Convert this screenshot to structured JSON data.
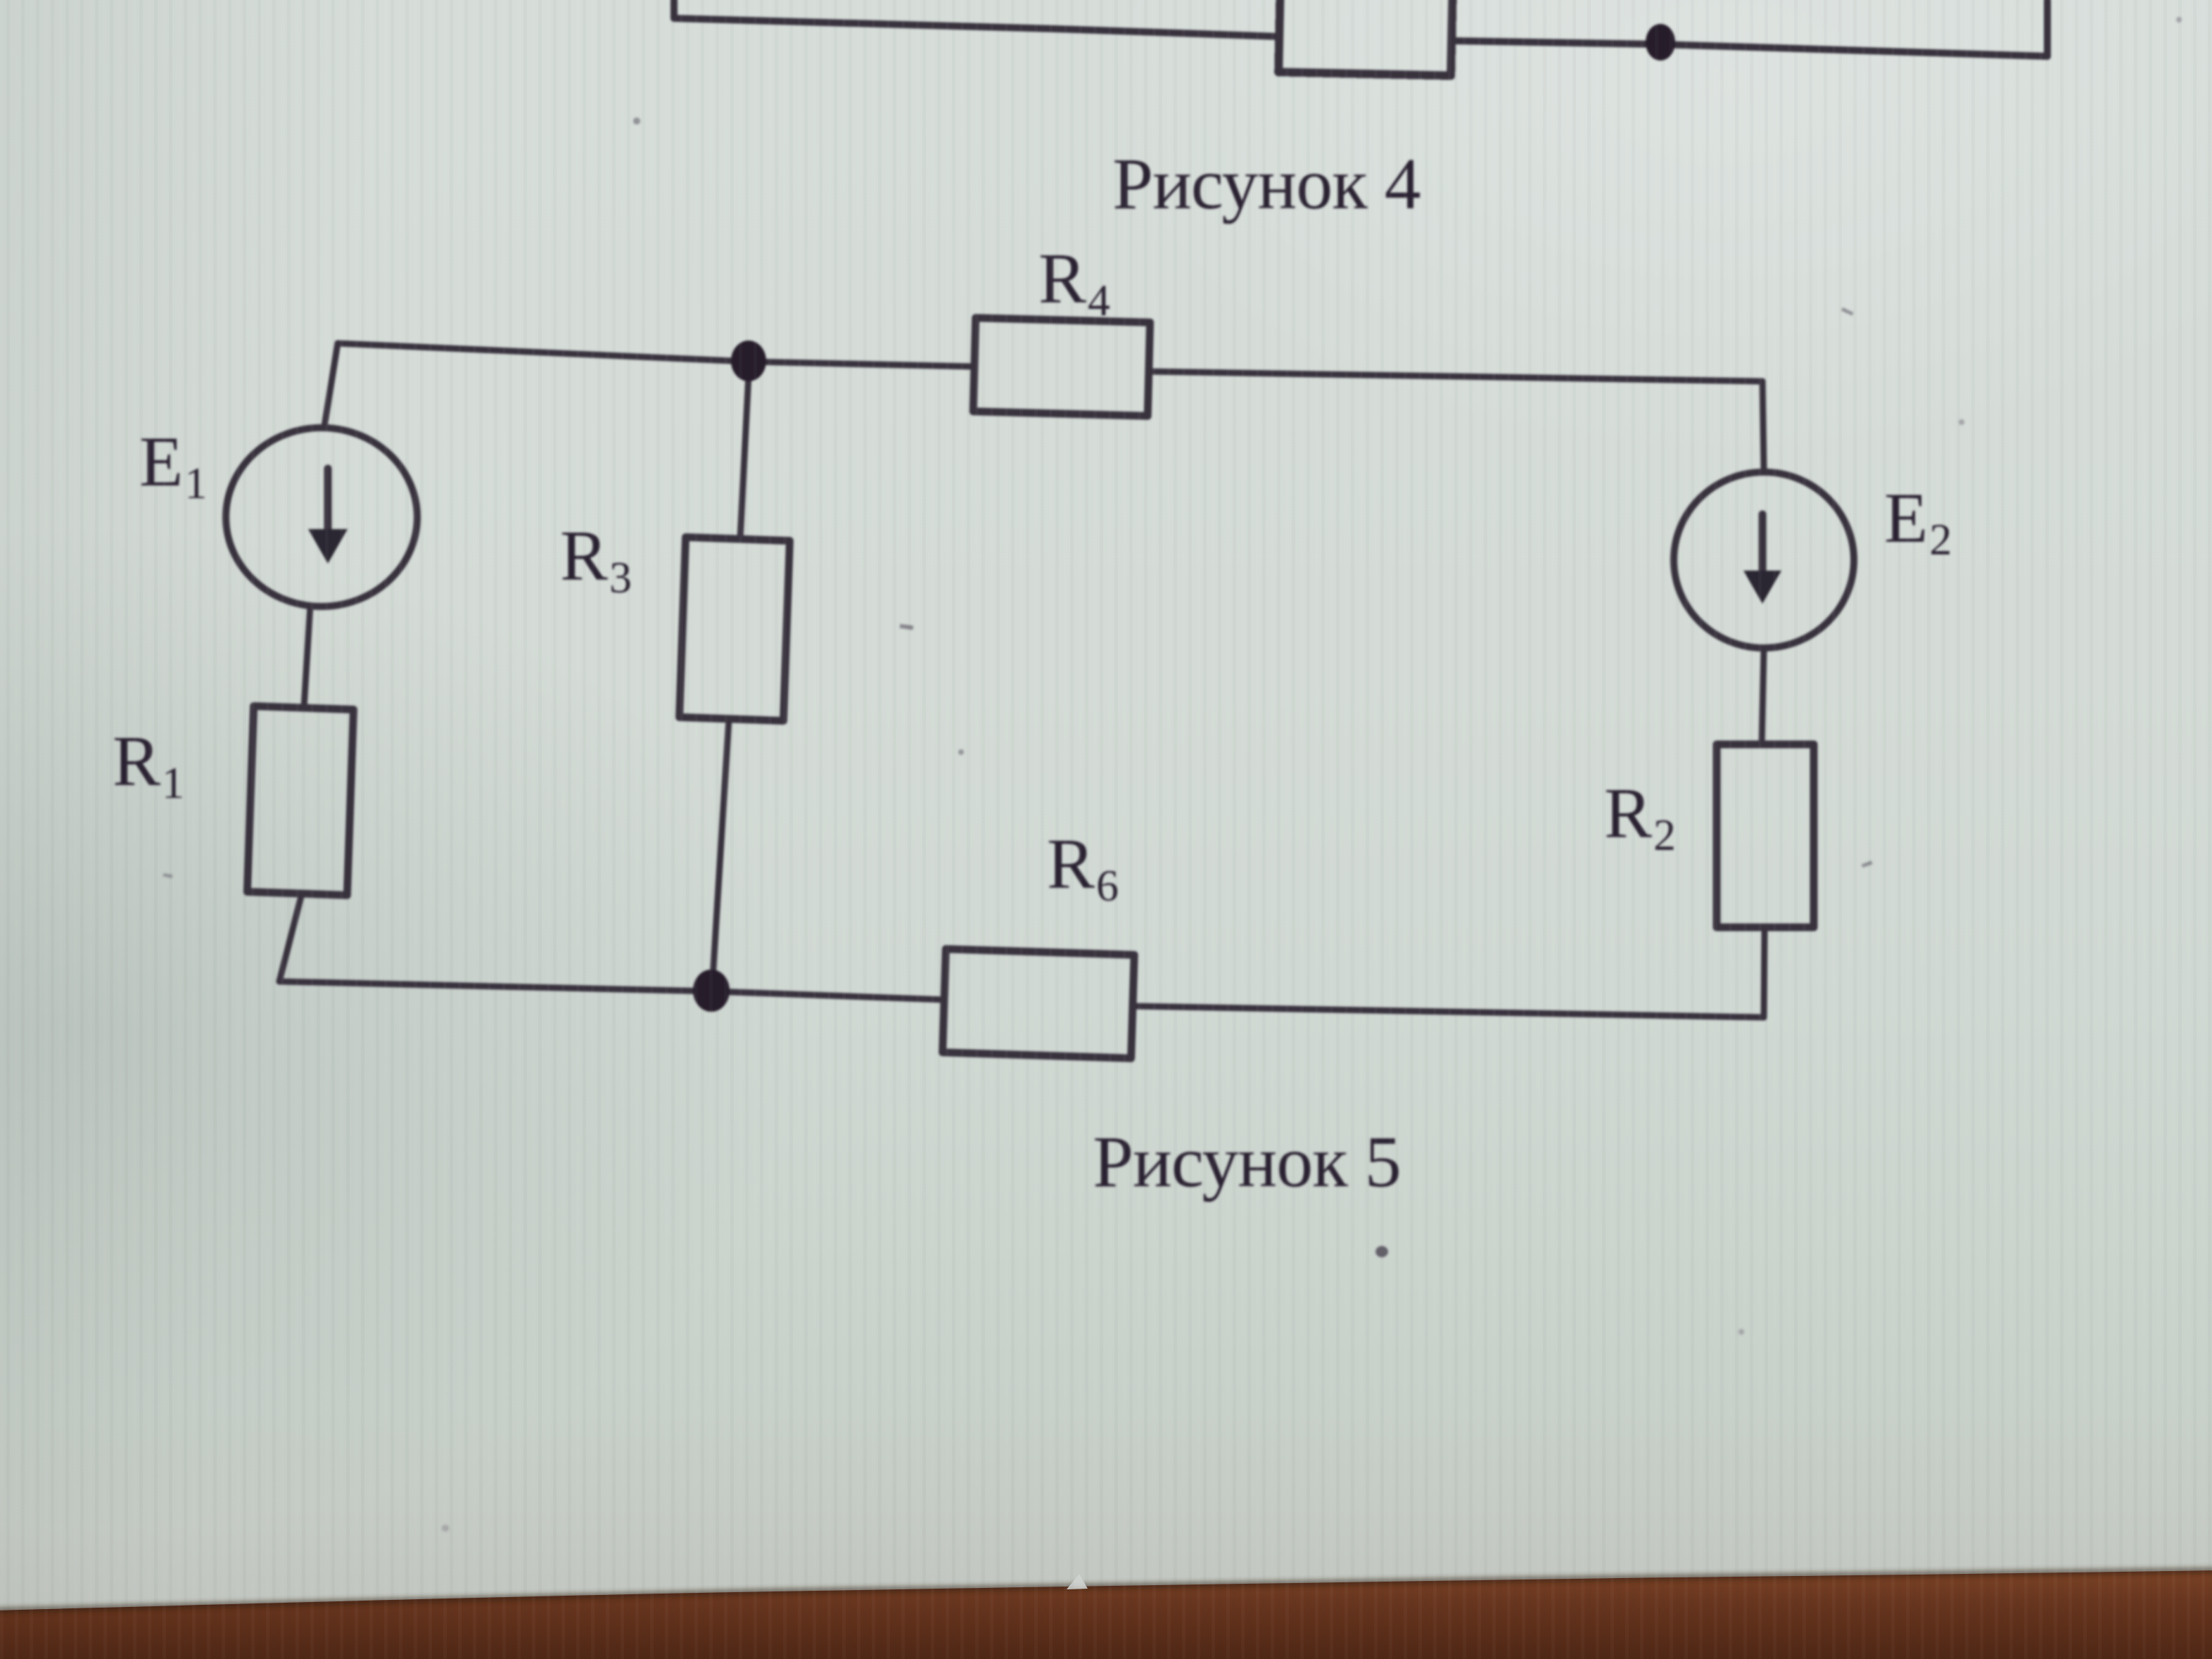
{
  "photo": {
    "captions": {
      "figure4": "Рисунок 4",
      "figure5": "Рисунок 5"
    }
  },
  "circuit": {
    "components": {
      "e1": {
        "base": "E",
        "sub": "1"
      },
      "e2": {
        "base": "E",
        "sub": "2"
      },
      "r1": {
        "base": "R",
        "sub": "1"
      },
      "r2": {
        "base": "R",
        "sub": "2"
      },
      "r3": {
        "base": "R",
        "sub": "3"
      },
      "r4": {
        "base": "R",
        "sub": "4"
      },
      "r6": {
        "base": "R",
        "sub": "6"
      }
    },
    "emf_arrow_direction": "down",
    "nodes_count": "2"
  },
  "colors": {
    "ink": "#37303e",
    "label_ink": "#2a2333",
    "paper": "#d2d9d4",
    "table": "#6b3820"
  }
}
